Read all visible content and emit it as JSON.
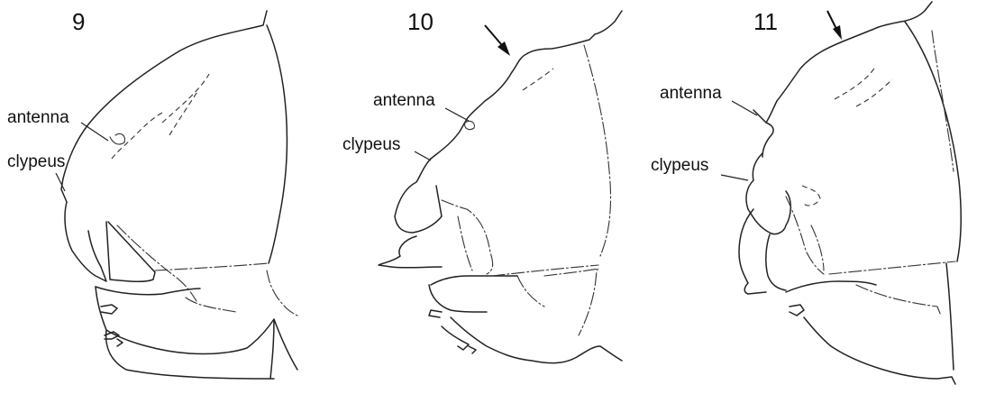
{
  "panels": [
    {
      "number": "9",
      "labels": {
        "antenna": "antenna",
        "clypeus": "clypeus"
      }
    },
    {
      "number": "10",
      "labels": {
        "antenna": "antenna",
        "clypeus": "clypeus"
      }
    },
    {
      "number": "11",
      "labels": {
        "antenna": "antenna",
        "clypeus": "clypeus"
      }
    }
  ],
  "colors": {
    "ink": "#222222",
    "background": "#ffffff"
  }
}
